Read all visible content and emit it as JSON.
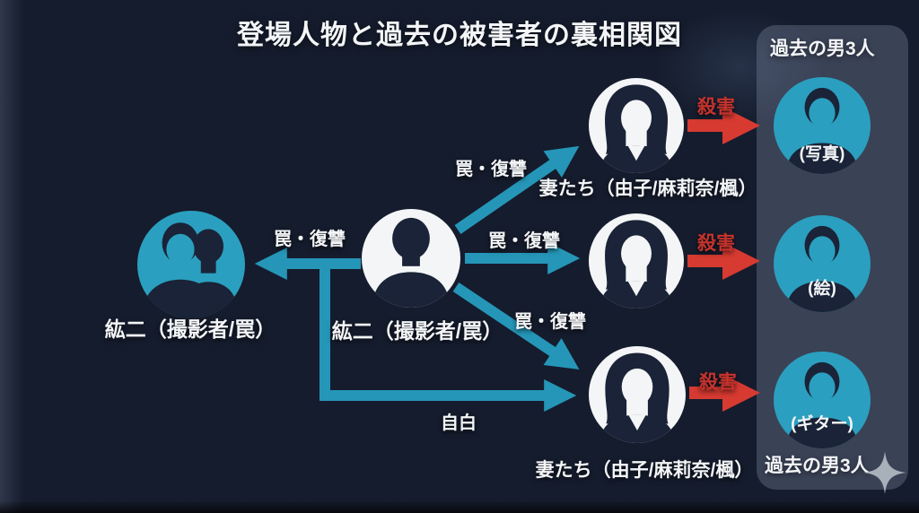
{
  "title": "登場人物と過去の被害者の裏相関図",
  "nodes": {
    "kouji_left": {
      "label": "紘二（撮影者/罠）"
    },
    "kouji_center": {
      "label": "紘二（撮影者/罠）"
    },
    "wives_top": {
      "label": "妻たち（由子/麻莉奈/楓）"
    },
    "wives_bottom": {
      "label": "妻たち（由子/麻莉奈/楓）"
    }
  },
  "edges": {
    "trap_revenge_left": "罠・復讐",
    "trap_revenge_top": "罠・復讐",
    "trap_revenge_middle": "罠・復讐",
    "trap_revenge_bottom": "罠・復讐",
    "confession": "自白",
    "murder_top": "殺害",
    "murder_middle": "殺害",
    "murder_bottom": "殺害"
  },
  "panel": {
    "title_top": "過去の男3人",
    "title_bottom": "過去の男3人",
    "men": [
      {
        "tag": "(写真)"
      },
      {
        "tag": "(絵)"
      },
      {
        "tag": "(ギター)"
      }
    ]
  },
  "colors": {
    "background": "#151c2d",
    "node_teal": "#2b9fbf",
    "arrow_teal": "#2596b8",
    "arrow_red": "#d63a31",
    "murder_text_red": "#c5332d",
    "silhouette": "#1a2337",
    "node_white": "#f3f5f7"
  }
}
